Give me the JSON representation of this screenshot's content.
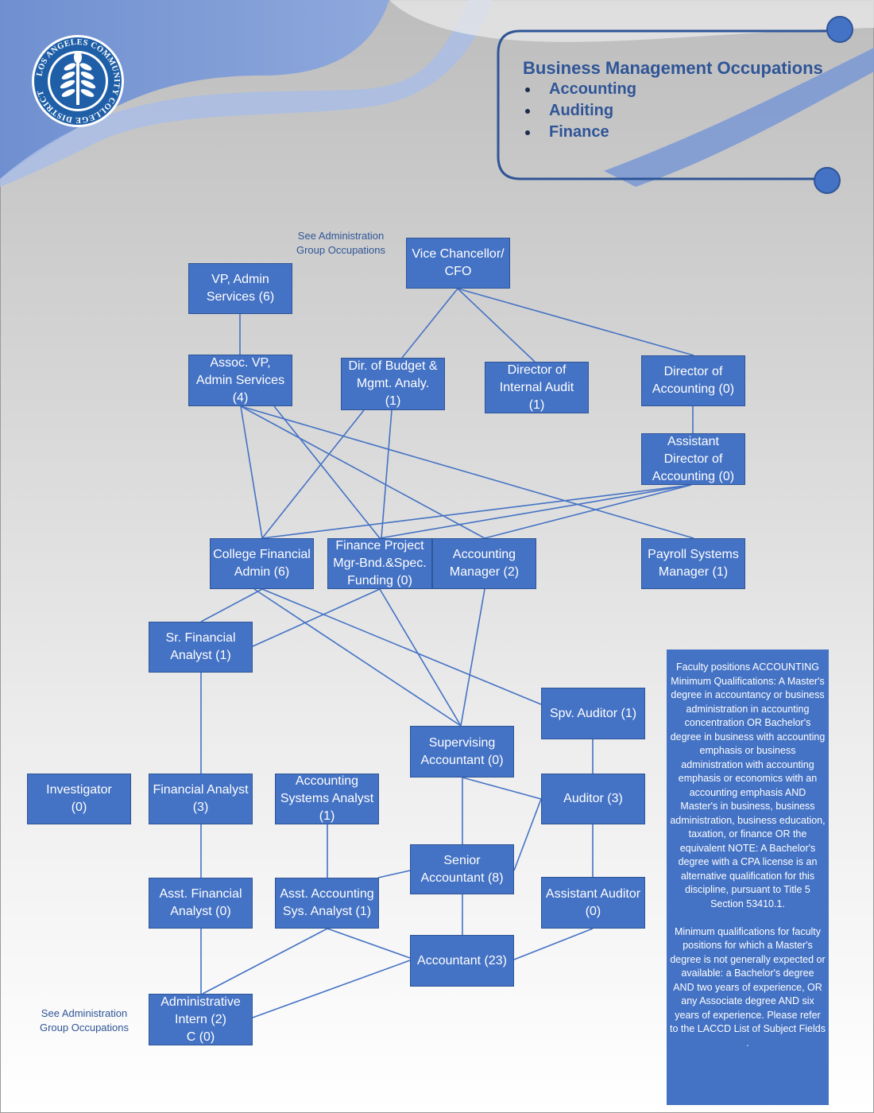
{
  "header": {
    "title": "Business Management Occupations",
    "bullets": [
      "Accounting",
      "Auditing",
      "Finance"
    ]
  },
  "logo": {
    "text": "LOS ANGELES COMMUNITY COLLEGE DISTRICT",
    "icon": "wheat-sheaf-icon"
  },
  "notes": {
    "top_admin": "See Administration\nGroup Occupations",
    "bottom_admin": "See Administration\nGroup Occupations"
  },
  "positions": {
    "vice_chancellor": "Vice Chancellor/\nCFO",
    "vp_admin": "VP, Admin\nServices (6)",
    "assoc_vp": "Assoc. VP,\nAdmin Services\n(4)",
    "dir_budget": "Dir. of Budget &\nMgmt. Analy.\n(1)",
    "dir_internal_audit": "Director of\nInternal Audit\n(1)",
    "dir_accounting": "Director of\nAccounting  (0)",
    "asst_dir_accounting": "Assistant\nDirector of\nAccounting  (0)",
    "college_financial_admin": "College Financial\nAdmin (6)",
    "finance_project_mgr": "Finance Project\nMgr-Bnd.&Spec.\nFunding (0)",
    "accounting_manager": "Accounting\nManager (2)",
    "payroll_systems_manager": "Payroll Systems\nManager (1)",
    "sr_financial_analyst": "Sr. Financial\nAnalyst (1)",
    "spv_auditor": "Spv. Auditor (1)",
    "supervising_accountant": "Supervising\nAccountant (0)",
    "investigator": "Investigator\n(0)",
    "financial_analyst": "Financial Analyst\n(3)",
    "accounting_systems_analyst": "Accounting\nSystems Analyst\n(1)",
    "auditor": "Auditor (3)",
    "senior_accountant": "Senior\nAccountant (8)",
    "asst_financial_analyst": "Asst. Financial\nAnalyst (0)",
    "asst_accounting_sys_analyst": "Asst. Accounting\nSys. Analyst (1)",
    "assistant_auditor": "Assistant Auditor\n(0)",
    "accountant": "Accountant (23)",
    "administrative_intern": "Administrative\nIntern (2)\nC (0)"
  },
  "faculty_note": "Faculty positions ACCOUNTING Minimum Qualifications: A Master's degree in accountancy or business administration in accounting concentration OR Bachelor's degree in business with accounting emphasis or business administration with accounting emphasis or economics with an accounting emphasis AND Master's in business, business administration, business education, taxation, or finance OR the equivalent NOTE: A Bachelor's degree with a CPA license is an alternative qualification for this discipline, pursuant to Title 5 Section 53410.1.\n\nMinimum qualifications for faculty positions for which a Master's degree is not generally expected or available:  a Bachelor's degree AND two years of experience, OR any Associate degree AND six years of experience.  Please refer to the LACCD List of Subject Fields .",
  "colors": {
    "box_fill": "#4472c4",
    "box_border": "#2f5597",
    "title_text": "#2f5597",
    "line": "#4472c4"
  }
}
